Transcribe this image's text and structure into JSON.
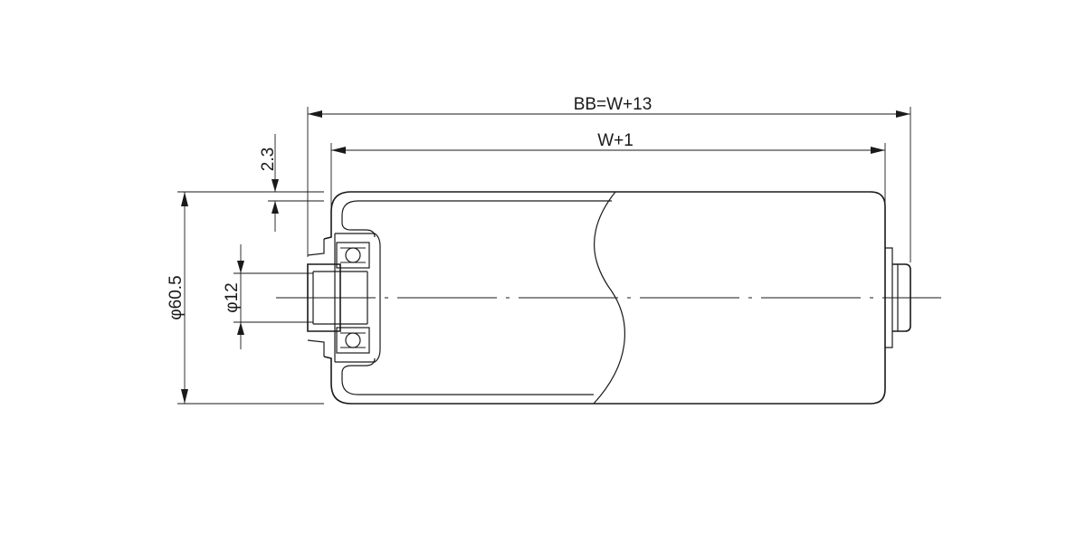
{
  "dimensions": {
    "overall_length": "BB=W+13",
    "tube_length": "W+1",
    "wall_thickness": "2.3",
    "outer_diameter": "φ60.5",
    "shaft_diameter": "φ12"
  },
  "colors": {
    "line": "#1a1a1a",
    "background": "#ffffff"
  }
}
